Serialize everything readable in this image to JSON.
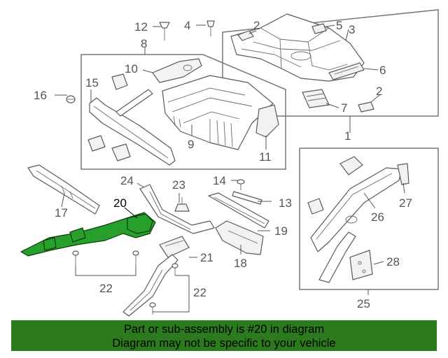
{
  "callouts": {
    "c1": "1",
    "c2a": "2",
    "c2b": "2",
    "c3": "3",
    "c4": "4",
    "c5": "5",
    "c6": "6",
    "c7": "7",
    "c8": "8",
    "c9": "9",
    "c10": "10",
    "c11": "11",
    "c12": "12",
    "c13": "13",
    "c14": "14",
    "c15": "15",
    "c16": "16",
    "c17": "17",
    "c18": "18",
    "c19": "19",
    "c20": "20",
    "c21": "21",
    "c22a": "22",
    "c22b": "22",
    "c23": "23",
    "c24": "24",
    "c25": "25",
    "c26": "26",
    "c27": "27",
    "c28": "28"
  },
  "highlight": {
    "part": "20",
    "color": "#27a02b"
  },
  "banner": {
    "line1": "Part or sub-assembly is #20 in diagram",
    "line2": "Diagram may not be specific to your vehicle",
    "color": "#2c7a1e"
  }
}
